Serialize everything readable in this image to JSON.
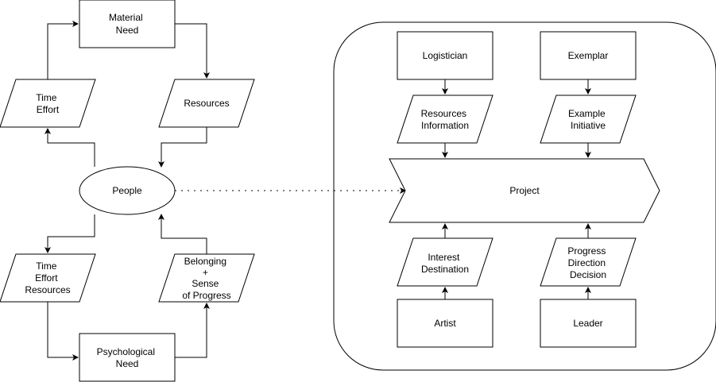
{
  "diagram": {
    "left_cycle": {
      "people": "People",
      "material_need": [
        "Material",
        "Need"
      ],
      "resources": [
        "Resources"
      ],
      "time_effort": [
        "Time",
        "Effort"
      ],
      "time_effort_resources": [
        "Time",
        "Effort",
        "Resources"
      ],
      "psychological_need": [
        "Psychological",
        "Need"
      ],
      "belonging": [
        "Belonging",
        "+",
        "Sense",
        "of Progress"
      ]
    },
    "project_group": {
      "project": "Project",
      "logistician": "Logistician",
      "exemplar": "Exemplar",
      "resources_information": [
        "Resources",
        "Information"
      ],
      "example_initiative": [
        "Example",
        "Initiative"
      ],
      "interest_destination": [
        "Interest",
        "Destination"
      ],
      "progress_direction_decision": [
        "Progress",
        "Direction",
        "Decision"
      ],
      "artist": "Artist",
      "leader": "Leader"
    }
  }
}
